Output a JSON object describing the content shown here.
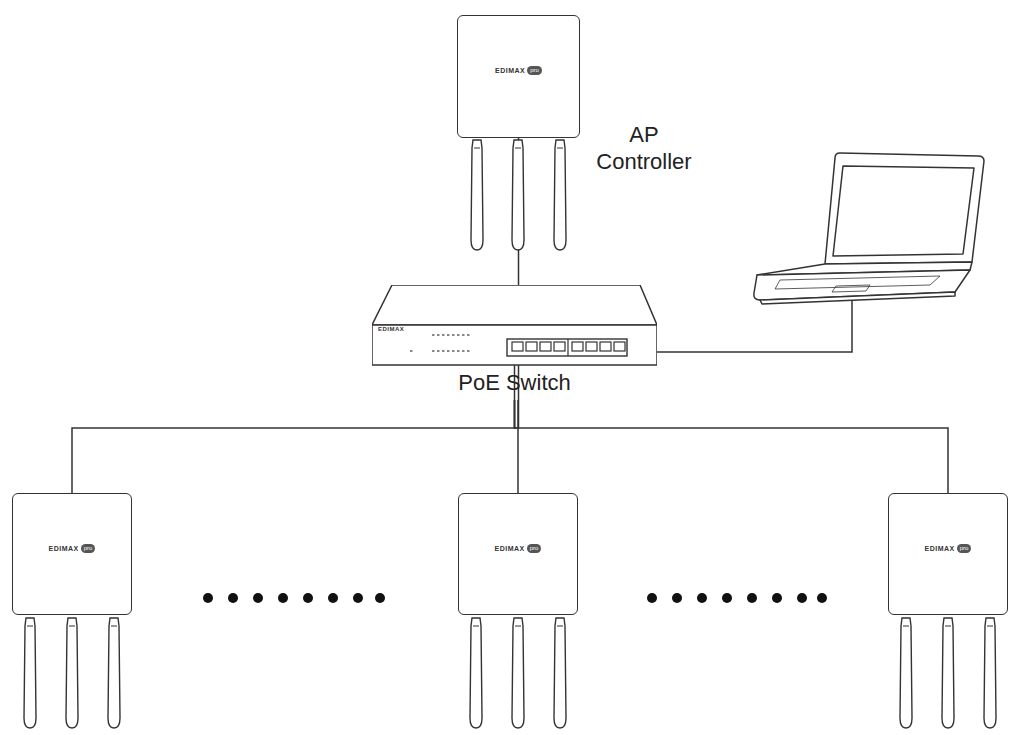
{
  "diagram": {
    "nodes": [
      {
        "text": [
          "EDIMAX",
          "pro",
          "AP Controller"
        ]
      },
      {
        "text": [
          "EDIMAX",
          "PoE Switch"
        ]
      },
      {
        "text": [
          "EDIMAX",
          "pro"
        ]
      },
      {
        "text": [
          "EDIMAX",
          "pro"
        ]
      },
      {
        "text": [
          "EDIMAX",
          "pro"
        ]
      }
    ],
    "edges": [
      {
        "from": 0,
        "to": 1,
        "arrow": "none"
      },
      {
        "from": 1,
        "to": 2,
        "arrow": "none"
      },
      {
        "from": 1,
        "to": 3,
        "arrow": "none"
      },
      {
        "from": 1,
        "to": 4,
        "arrow": "none"
      }
    ]
  }
}
